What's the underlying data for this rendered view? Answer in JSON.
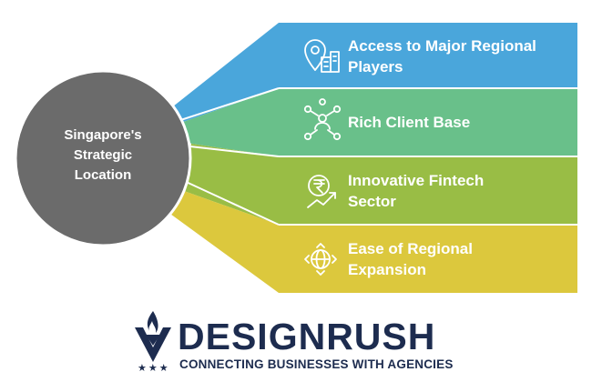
{
  "center": {
    "lines": [
      "Singapore's",
      "Strategic",
      "Location"
    ],
    "color": "#6b6b6b"
  },
  "bands": [
    {
      "label_lines": [
        "Access to Major Regional",
        "Players"
      ],
      "icon": "location-building-icon",
      "color": "#4aa6db"
    },
    {
      "label_lines": [
        "Rich Client Base"
      ],
      "icon": "network-people-icon",
      "color": "#69c08a"
    },
    {
      "label_lines": [
        "Innovative Fintech",
        "Sector"
      ],
      "icon": "rupee-growth-icon",
      "color": "#99bd45"
    },
    {
      "label_lines": [
        "Ease of Regional",
        "Expansion"
      ],
      "icon": "globe-arrows-icon",
      "color": "#dcc83d"
    }
  ],
  "logo": {
    "brand": "DESIGNRUSH",
    "tagline": "CONNECTING BUSINESSES WITH AGENCIES",
    "stars": "★★★",
    "color": "#1d2c4f"
  }
}
